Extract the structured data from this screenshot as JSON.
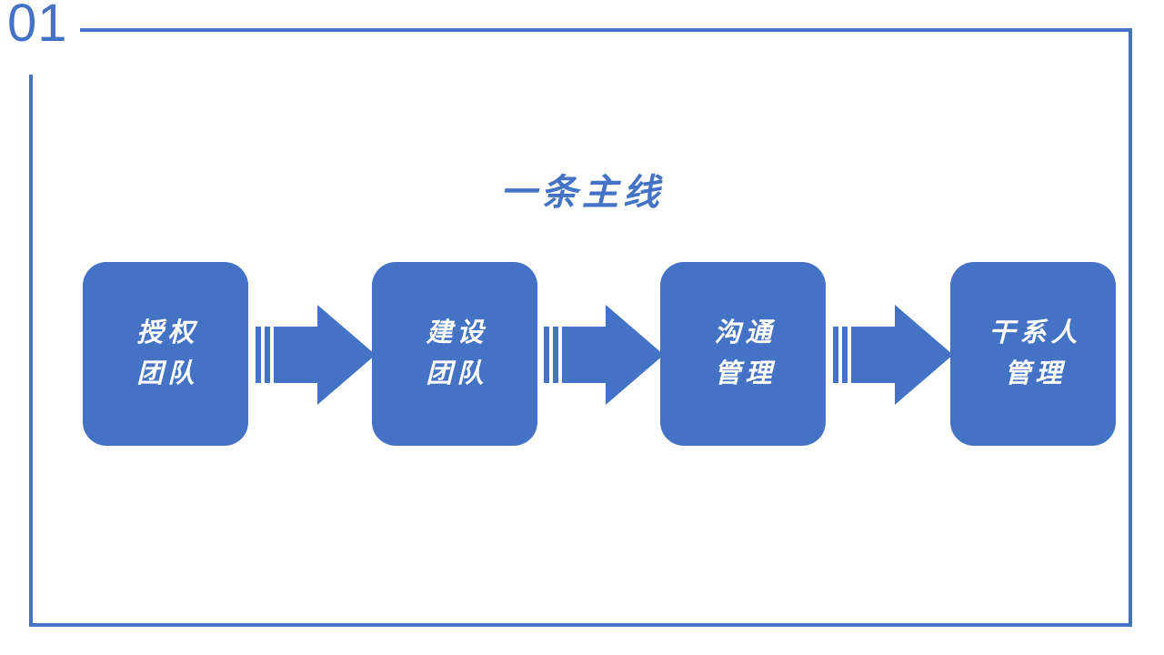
{
  "slide": {
    "section_number": "01",
    "title": "一条主线",
    "accent_color": "#4472C4",
    "background_color": "#FFFFFF",
    "text_on_accent_color": "#FFFFFF"
  },
  "flow": {
    "steps": [
      {
        "line1": "授权",
        "line2": "团队"
      },
      {
        "line1": "建设",
        "line2": "团队"
      },
      {
        "line1": "沟通",
        "line2": "管理"
      },
      {
        "line1": "干系人",
        "line2": "管理"
      }
    ],
    "connectors": [
      {
        "icon": "striped-right-arrow-icon"
      },
      {
        "icon": "striped-right-arrow-icon"
      },
      {
        "icon": "striped-right-arrow-icon"
      }
    ]
  }
}
